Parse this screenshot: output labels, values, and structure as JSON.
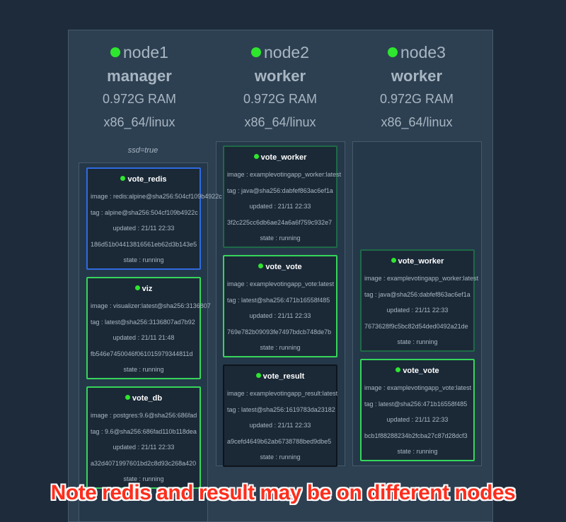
{
  "nodes": [
    {
      "name": "node1",
      "role": "manager",
      "ram": "0.972G RAM",
      "arch": "x86_64/linux",
      "label": "ssd=true"
    },
    {
      "name": "node2",
      "role": "worker",
      "ram": "0.972G RAM",
      "arch": "x86_64/linux"
    },
    {
      "name": "node3",
      "role": "worker",
      "ram": "0.972G RAM",
      "arch": "x86_64/linux"
    }
  ],
  "tasks": {
    "node1": [
      {
        "name": "vote_redis",
        "image": "image : redis:alpine@sha256:504cf109b4922c",
        "tag": "tag : alpine@sha256:504cf109b4922c",
        "updated": "updated : 21/11 22:33",
        "id": "186d51b04413816561eb62d3b143e5",
        "state": "state : running"
      },
      {
        "name": "viz",
        "image": "image : visualizer:latest@sha256:3136807",
        "tag": "tag : latest@sha256:3136807ad7b92",
        "updated": "updated : 21/11 21:48",
        "id": "fb546e7450046f061015979344811d",
        "state": "state : running"
      },
      {
        "name": "vote_db",
        "image": "image : postgres:9.6@sha256:686fad",
        "tag": "tag : 9.6@sha256:686fad110b118dea",
        "updated": "updated : 21/11 22:33",
        "id": "a32d4071997601bd2c8d93c268a420",
        "state": "state : running"
      }
    ],
    "node2": [
      {
        "name": "vote_worker",
        "image": "image : examplevotingapp_worker:latest",
        "tag": "tag : java@sha256:dabfef863ac6ef1a",
        "updated": "updated : 21/11 22:33",
        "id": "3f2c225cc6db6ae24a6a6f759c932e7",
        "state": "state : running"
      },
      {
        "name": "vote_vote",
        "image": "image : examplevotingapp_vote:latest",
        "tag": "tag : latest@sha256:471b16558f485",
        "updated": "updated : 21/11 22:33",
        "id": "769e782b09093fe7497bdcb748de7b",
        "state": "state : running"
      },
      {
        "name": "vote_result",
        "image": "image : examplevotingapp_result:latest",
        "tag": "tag : latest@sha256:1619783da23182",
        "updated": "updated : 21/11 22:33",
        "id": "a9cefd4649b62ab6738788bed9dbe5",
        "state": "state : running"
      }
    ],
    "node3": [
      {
        "name": "vote_worker",
        "image": "image : examplevotingapp_worker:latest",
        "tag": "tag : java@sha256:dabfef863ac6ef1a",
        "updated": "updated : 21/11 22:33",
        "id": "7673628f9c5bc82d54ded0492a21de",
        "state": "state : running"
      },
      {
        "name": "vote_vote",
        "image": "image : examplevotingapp_vote:latest",
        "tag": "tag : latest@sha256:471b16558f485",
        "updated": "updated : 21/11 22:33",
        "id": "bcb1f88288234b2fcba27c87d28dcf3",
        "state": "state : running"
      }
    ]
  },
  "annotation": "Note redis and result may be on different nodes",
  "colors": {
    "background": "#1d2b3a",
    "panel": "#2d4052",
    "running_dot": "#2ee62e",
    "task_border_green": "#36d65a",
    "task_border_blue": "#2f6ae0",
    "annotation_red": "#ff2d1c"
  }
}
